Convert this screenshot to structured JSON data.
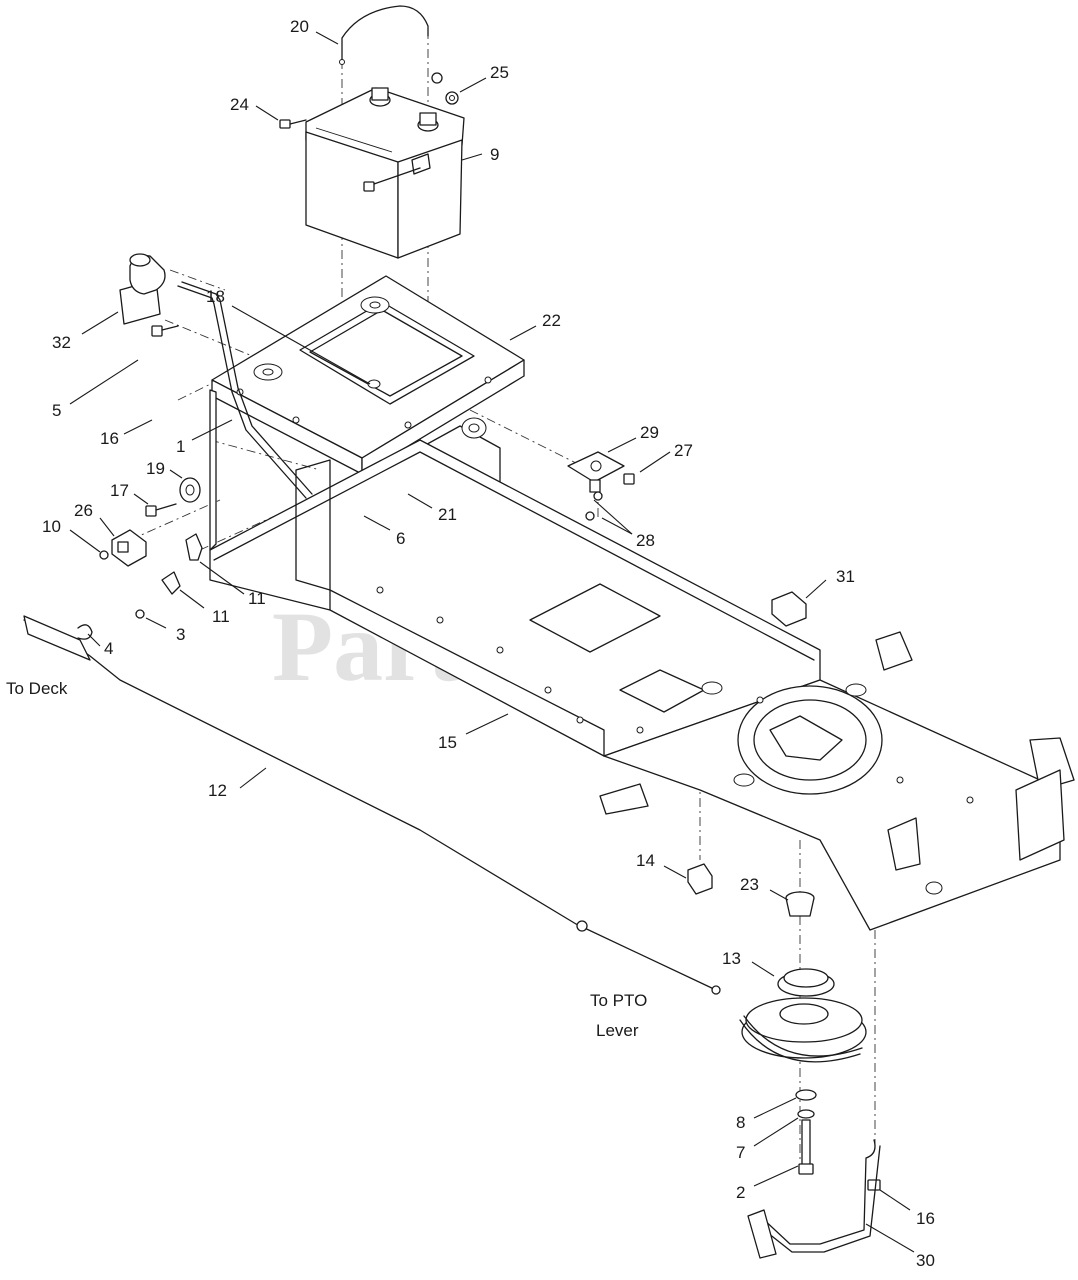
{
  "watermark": "PartsTree",
  "callouts": {
    "c20": "20",
    "c25": "25",
    "c24": "24",
    "c9": "9",
    "c18": "18",
    "c22": "22",
    "c32": "32",
    "c5": "5",
    "c16a": "16",
    "c1": "1",
    "c29": "29",
    "c27": "27",
    "c19": "19",
    "c17": "17",
    "c21": "21",
    "c26": "26",
    "c10": "10",
    "c6": "6",
    "c28": "28",
    "c11a": "11",
    "c11b": "11",
    "c3": "3",
    "c31": "31",
    "c4": "4",
    "c15": "15",
    "c12": "12",
    "c14": "14",
    "c23": "23",
    "c13": "13",
    "c8": "8",
    "c7": "7",
    "c2": "2",
    "c16b": "16",
    "c30": "30"
  },
  "notes": {
    "to_deck": "To Deck",
    "to_pto_line1": "To PTO",
    "to_pto_line2": "Lever"
  },
  "colors": {
    "line": "#1a1a1a",
    "watermark": "#cccccc"
  }
}
